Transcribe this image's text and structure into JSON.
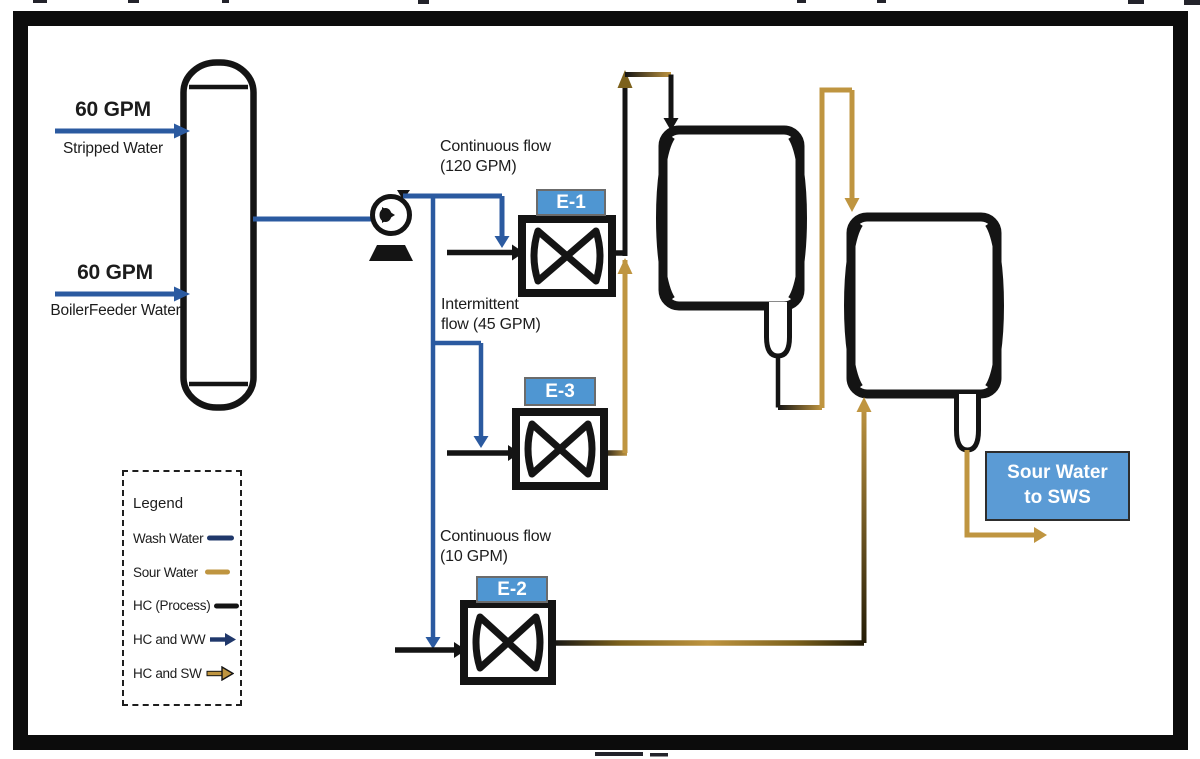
{
  "colors": {
    "wash_water": "#2b5aa0",
    "wash_water_dark": "#20386b",
    "sour_water": "#bf9540",
    "sour_water_deep": "#7c611c",
    "hc": "#141414",
    "label_box": "#4f96d2",
    "label_box_border": "#6b6b6b",
    "outlet_box": "#5b9bd5",
    "outlet_box_border": "#2d2d2d"
  },
  "feeds": [
    {
      "rate": "60 GPM",
      "name": "Stripped Water"
    },
    {
      "rate": "60 GPM",
      "name": "BoilerFeeder Water"
    }
  ],
  "flow_labels": [
    {
      "line1": "Continuous flow",
      "line2": "(120 GPM)"
    },
    {
      "line1": "Intermittent",
      "line2": "flow (45 GPM)"
    },
    {
      "line1": "Continuous flow",
      "line2": "(10 GPM)"
    }
  ],
  "exchangers": [
    {
      "label": "E-1"
    },
    {
      "label": "E-3"
    },
    {
      "label": "E-2"
    }
  ],
  "outlet_box": {
    "line1": "Sour Water",
    "line2": "to SWS"
  },
  "legend": {
    "title": "Legend",
    "items": [
      {
        "label": "Wash Water"
      },
      {
        "label": "Sour Water"
      },
      {
        "label": "HC (Process)"
      },
      {
        "label": "HC and WW"
      },
      {
        "label": "HC and SW"
      }
    ]
  }
}
